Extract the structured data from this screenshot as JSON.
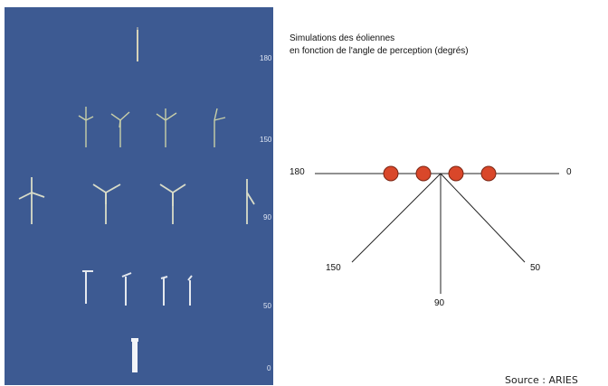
{
  "banner": "",
  "title_lines": [
    "Simulations des éoliennes",
    "en fonction de l'angle de perception (degrés)"
  ],
  "panel": {
    "background": "#3d5a92",
    "row_labels": [
      "180",
      "150",
      "90",
      "50",
      "0"
    ]
  },
  "diagram": {
    "labels": {
      "left": "180",
      "right": "0",
      "lower_left": "150",
      "bottom": "90",
      "lower_right": "50"
    },
    "dot_count": 4,
    "dot_color": "#d9472a"
  },
  "source": "Source : ARIES"
}
